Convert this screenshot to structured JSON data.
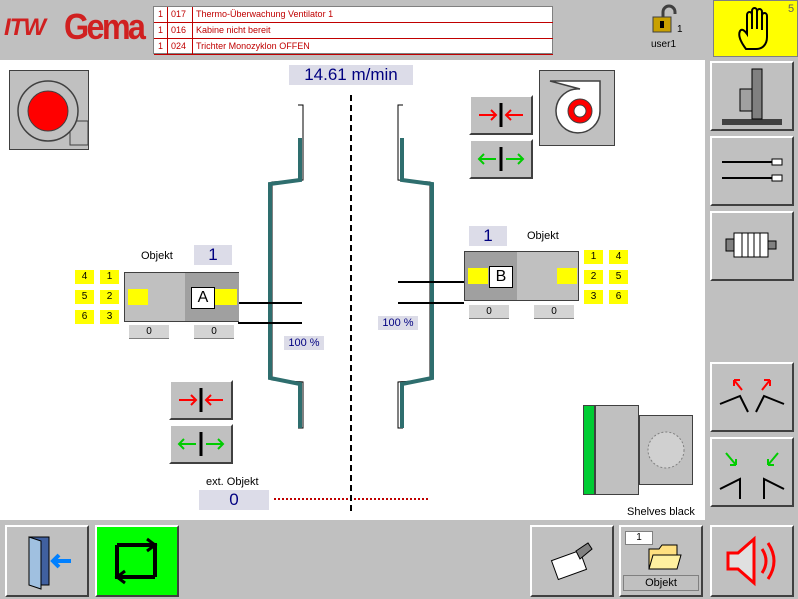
{
  "header": {
    "logo_itw": "ITW",
    "logo_gema": "Gema",
    "alarms": [
      {
        "count": "1",
        "code": "017",
        "text": "Thermo-Überwachung Ventilator 1"
      },
      {
        "count": "1",
        "code": "016",
        "text": "Kabine nicht bereit"
      },
      {
        "count": "1",
        "code": "024",
        "text": "Trichter Monozyklon OFFEN"
      }
    ],
    "user_level": "1",
    "user_name": "user1",
    "hand_badge": "5",
    "icons": {
      "lock": "padlock-open-icon",
      "hand": "hand-stop-icon"
    }
  },
  "conveyor": {
    "speed": "14.61 m/min"
  },
  "axis_a": {
    "label": "A",
    "objekt_label": "Objekt",
    "objekt_value": "1",
    "guns": [
      "4",
      "1",
      "5",
      "2",
      "6",
      "3"
    ],
    "counter_left": "0",
    "counter_right": "0",
    "percent": "100 %"
  },
  "axis_b": {
    "label": "B",
    "objekt_label": "Objekt",
    "objekt_value": "1",
    "guns": [
      "1",
      "4",
      "2",
      "5",
      "3",
      "6"
    ],
    "counter_left": "0",
    "counter_right": "0",
    "percent": "100 %"
  },
  "ext_objekt": {
    "label": "ext. Objekt",
    "value": "0"
  },
  "status": {
    "shelves": "Shelves black"
  },
  "footer": {
    "objekt_count": "1",
    "objekt_label": "Objekt"
  },
  "colors": {
    "booth_wall": "#2e6e6e",
    "alarm_red": "#c00000",
    "hand_yellow": "#ffff00",
    "cycle_green": "#00ff00",
    "value_blue": "#000080"
  }
}
